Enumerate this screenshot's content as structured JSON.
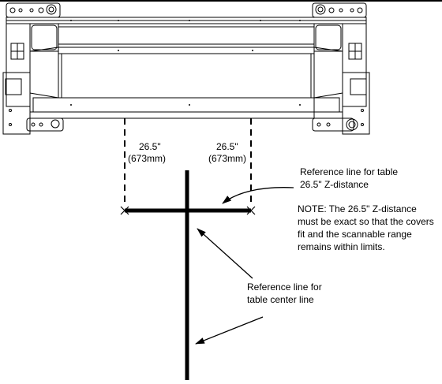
{
  "dimensions": {
    "left": {
      "value": "26.5\"",
      "metric": "(673mm)"
    },
    "right": {
      "value": "26.5\"",
      "metric": "(673mm)"
    }
  },
  "callouts": {
    "z_reference": {
      "line1": "Reference line for table",
      "line2": "26.5\" Z-distance"
    },
    "note": {
      "line1": "NOTE: The 26.5\" Z-distance",
      "line2": "must be exact so that the covers",
      "line3": "fit and the scannable range",
      "line4": "remains within limits."
    },
    "center_reference": {
      "line1": "Reference line for",
      "line2": "table center line"
    }
  }
}
